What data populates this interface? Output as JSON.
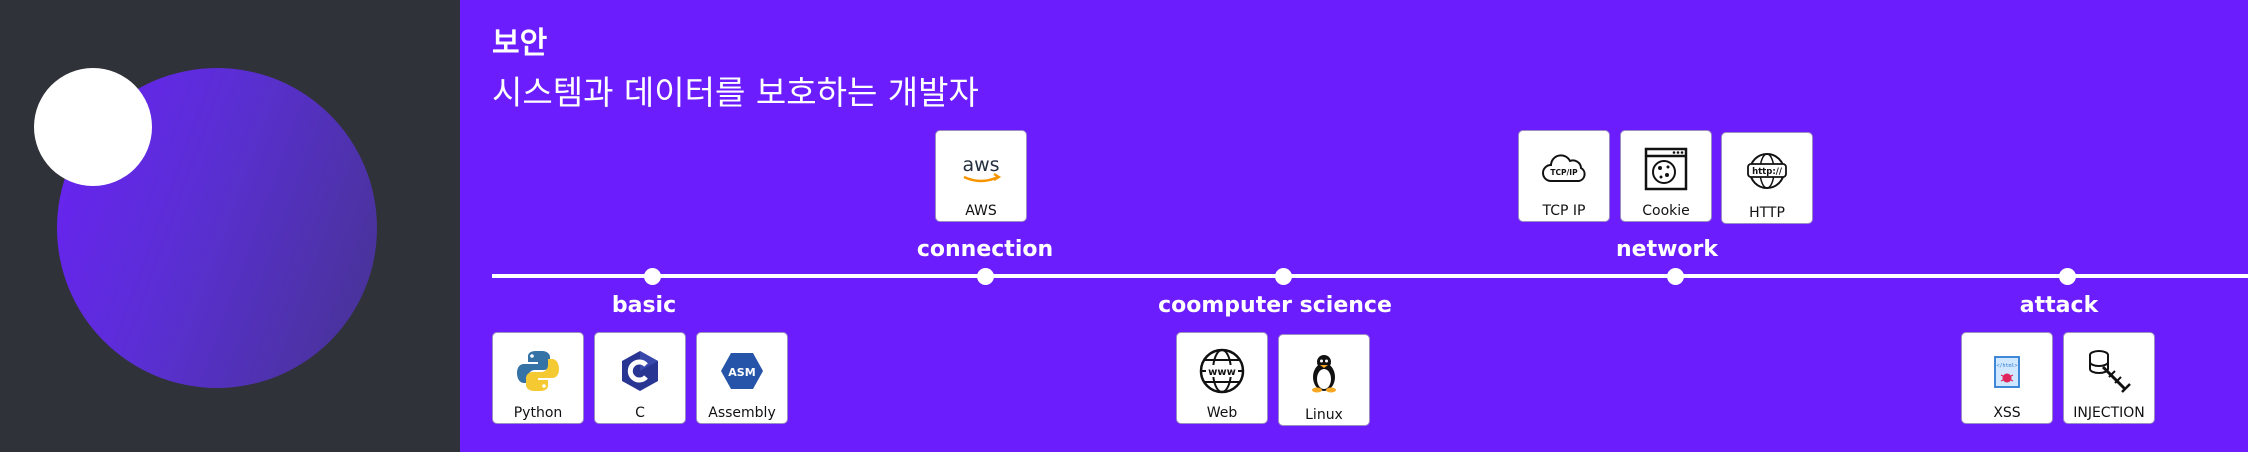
{
  "profile": {
    "title": "보안",
    "subtitle": "시스템과 데이터를 보호하는 개발자"
  },
  "timeline": {
    "groups": [
      {
        "id": "basic",
        "label": "basic",
        "skills": [
          {
            "name": "Python",
            "icon": "python-icon"
          },
          {
            "name": "C",
            "icon": "c-language-icon"
          },
          {
            "name": "Assembly",
            "icon": "assembly-icon"
          }
        ]
      },
      {
        "id": "connection",
        "label": "connection",
        "skills": [
          {
            "name": "AWS",
            "icon": "aws-icon"
          }
        ]
      },
      {
        "id": "computer-science",
        "label": "coomputer science",
        "skills": [
          {
            "name": "Web",
            "icon": "globe-www-icon"
          },
          {
            "name": "Linux",
            "icon": "linux-penguin-icon"
          }
        ]
      },
      {
        "id": "network",
        "label": "network",
        "skills": [
          {
            "name": "TCP IP",
            "icon": "tcp-ip-cloud-icon"
          },
          {
            "name": "Cookie",
            "icon": "cookie-browser-icon"
          },
          {
            "name": "HTTP",
            "icon": "http-globe-icon"
          }
        ]
      },
      {
        "id": "attack",
        "label": "attack",
        "skills": [
          {
            "name": "XSS",
            "icon": "xss-script-icon"
          },
          {
            "name": "INJECTION",
            "icon": "database-injection-icon"
          }
        ]
      }
    ]
  },
  "icon_text": {
    "aws": "aws",
    "asm": "ASM",
    "www": "www",
    "tcpip": "TCP/IP",
    "http": "http://",
    "xss": "</html>"
  },
  "colors": {
    "background": "#6b1dfd",
    "panel": "#2f3238",
    "accent": "#ffffff"
  }
}
